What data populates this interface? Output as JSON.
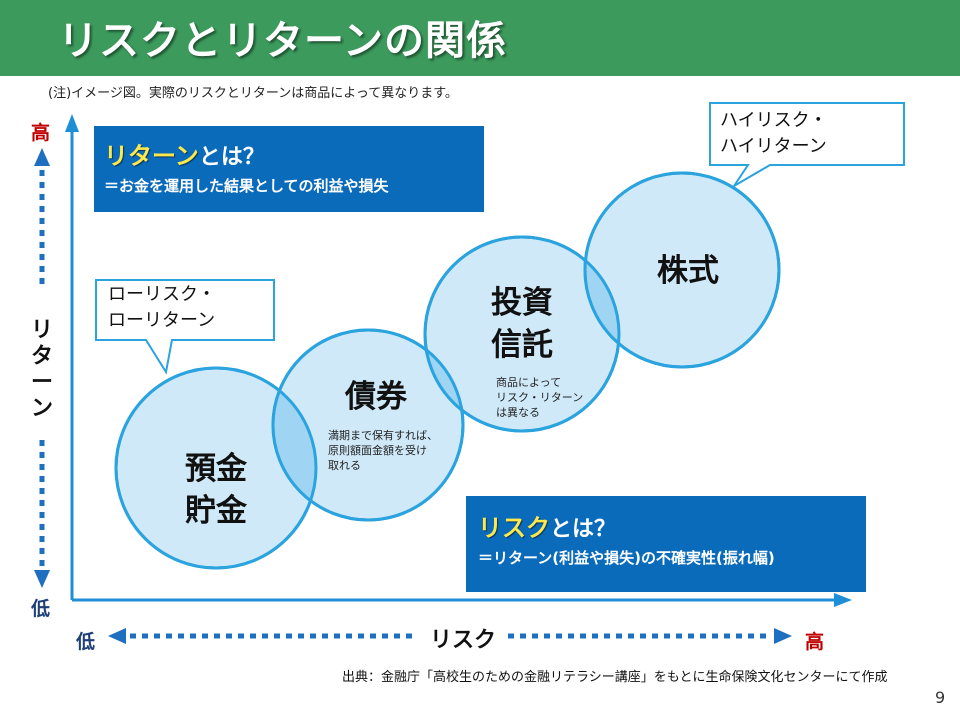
{
  "header": {
    "title": "リスクとリターンの関係"
  },
  "note": "(注)イメージ図。実際のリスクとリターンは商品によって異なります。",
  "axes": {
    "y_high": "高",
    "y_low": "低",
    "y_label": "リターン",
    "x_low": "低",
    "x_high": "高",
    "x_label": "リスク"
  },
  "circles": [
    {
      "title_lines": [
        "預金",
        "貯金"
      ],
      "desc": ""
    },
    {
      "title_lines": [
        "債券"
      ],
      "desc": "満期まで保有すれば、\n原則額面金額を受け\n取れる"
    },
    {
      "title_lines": [
        "投資",
        "信託"
      ],
      "desc": "商品によって\nリスク・リターン\nは異なる"
    },
    {
      "title_lines": [
        "株式"
      ],
      "desc": ""
    }
  ],
  "callouts": {
    "low": "ローリスク・\nローリターン",
    "high": "ハイリスク・\nハイリターン"
  },
  "return_box": {
    "keyword": "リターン",
    "suffix": "とは？",
    "definition": "＝お金を運用した結果としての利益や損失"
  },
  "risk_box": {
    "keyword": "リスク",
    "suffix": "とは？",
    "definition": "＝リターン(利益や損失)の不確実性(振れ幅)"
  },
  "source": "出典：金融庁「高校生のための金融リテラシー講座」をもとに生命保険文化センターにて作成",
  "page_number": "9",
  "colors": {
    "header_bg": "#3b9a5c",
    "circle_fill": "#cfe9f8",
    "circle_stroke": "#2aa3df",
    "overlap_fill": "#9fd5f2",
    "axis_blue": "#1e8fd6",
    "box_blue": "#0b6bbb",
    "keyword_yellow": "#ffe94a",
    "high_red": "#c00000"
  }
}
